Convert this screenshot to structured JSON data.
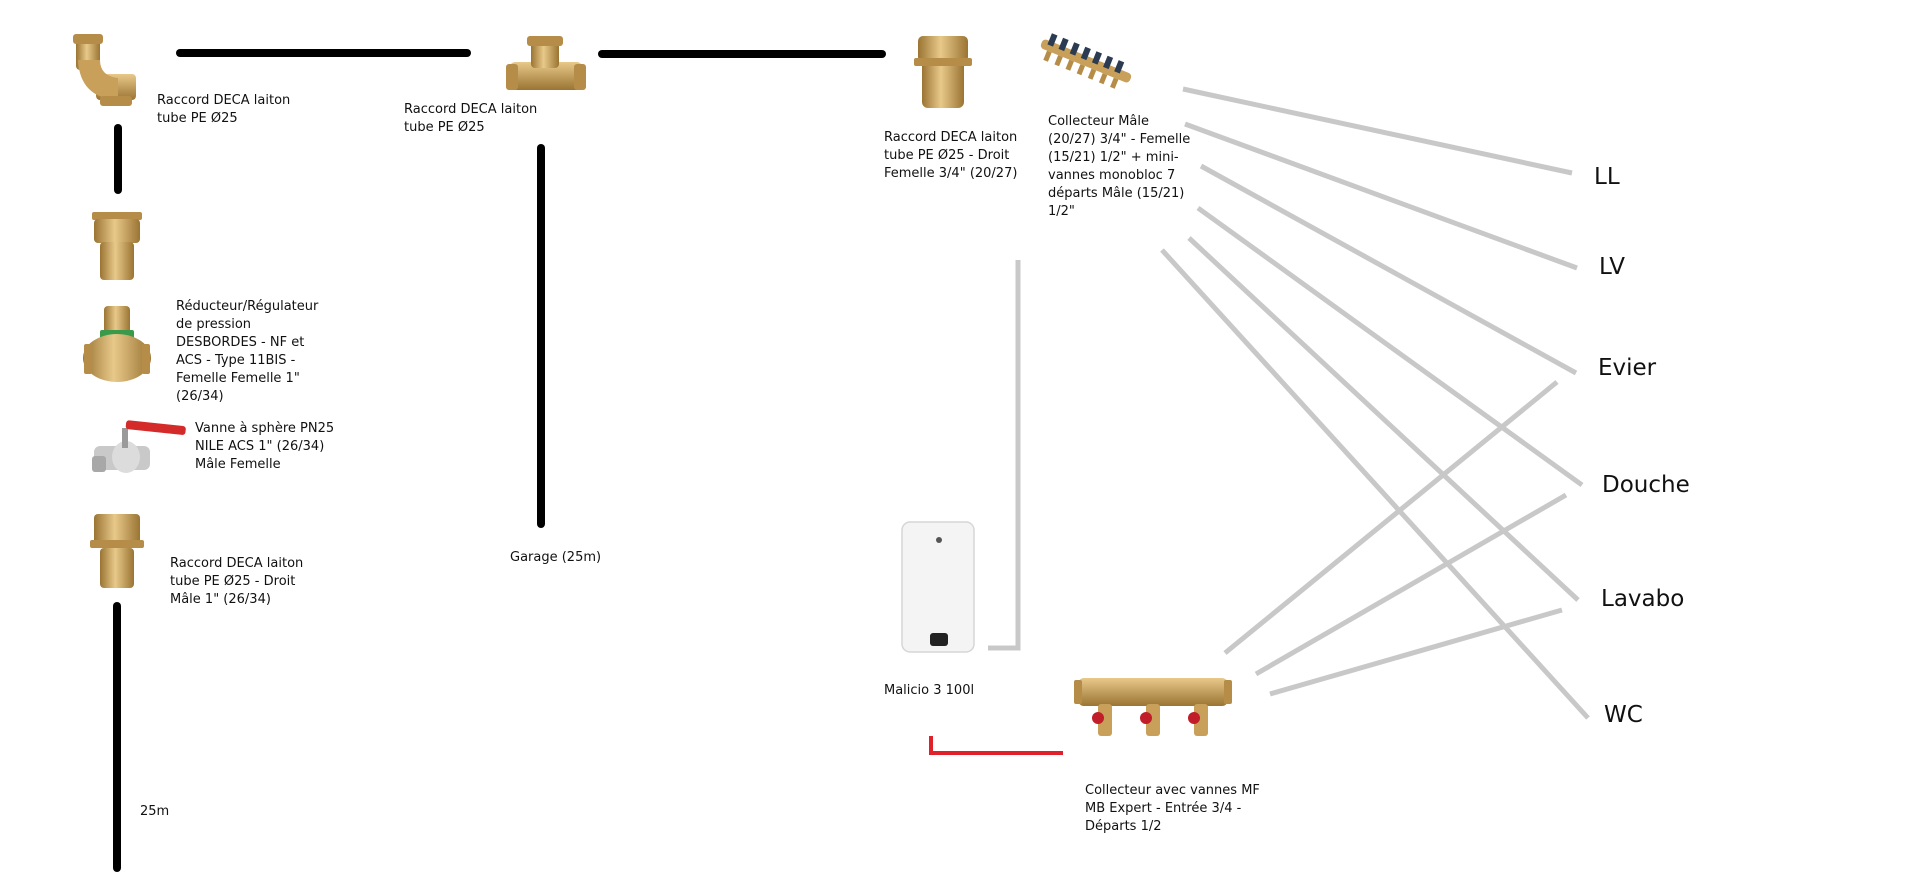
{
  "labels": {
    "raccord_coude": "Raccord DECA laiton\ntube PE Ø25",
    "raccord_te": "Raccord DECA laiton\ntube PE Ø25",
    "raccord_droit_femelle": "Raccord DECA laiton\ntube PE Ø25 - Droit\nFemelle 3/4\" (20/27)",
    "collecteur_male": "Collecteur Mâle\n(20/27) 3/4\" - Femelle\n(15/21) 1/2\" + mini-\nvannes monobloc 7\ndéparts Mâle (15/21)\n1/2\"",
    "reducteur": "Réducteur/Régulateur\nde pression\nDESBORDES - NF et\nACS - Type 11BIS -\nFemelle Femelle 1\"\n(26/34)",
    "vanne": "Vanne à sphère PN25\nNILE ACS 1\" (26/34)\nMâle Femelle",
    "raccord_droit_male": "Raccord DECA laiton\ntube PE Ø25 - Droit\nMâle 1\" (26/34)",
    "garage": "Garage (25m)",
    "length_25m": "25m",
    "chauffe_eau": "Malicio 3 100l",
    "collecteur_vannes": "Collecteur avec vannes MF\nMB Expert - Entrée 3/4 -\nDéparts 1/2"
  },
  "destinations": {
    "ll": "LL",
    "lv": "LV",
    "evier": "Evier",
    "douche": "Douche",
    "lavabo": "Lavabo",
    "wc": "WC"
  },
  "colors": {
    "main_pipe": "#000000",
    "cold_branch": "#c8c8c8",
    "hot_outlet": "#e0202a",
    "brass": "#c8a05a",
    "brass_dark": "#9a7433",
    "heater_body": "#f4f4f4"
  },
  "icons": {
    "elbow": "brass-elbow-fitting-icon",
    "tee": "brass-tee-fitting-icon",
    "female_coupling": "brass-female-coupling-icon",
    "manifold_7": "brass-manifold-7-outlets-icon",
    "male_coupling": "brass-male-coupling-icon",
    "pressure_reducer": "pressure-reducer-icon",
    "ball_valve": "ball-valve-icon",
    "water_heater": "water-heater-icon",
    "manifold_3_valves": "manifold-3-valves-icon"
  }
}
